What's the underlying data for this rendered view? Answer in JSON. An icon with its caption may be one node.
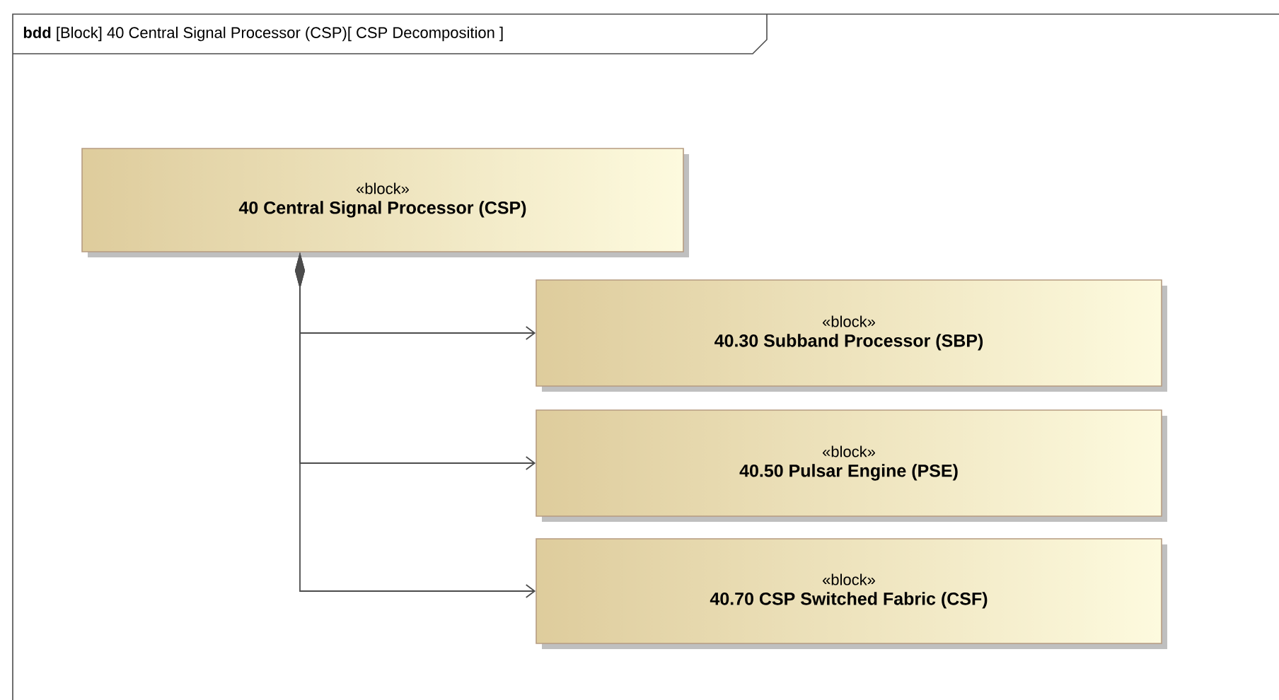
{
  "diagram": {
    "title": "**bdd** [Block] 40 Central Signal Processor (CSP)[ CSP Decomposition ]",
    "nodes": [
      {
        "text": [
          "«block»",
          "40 Central Signal Processor (CSP)"
        ]
      },
      {
        "text": [
          "«block»",
          "40.30 Subband Processor (SBP)"
        ]
      },
      {
        "text": [
          "«block»",
          "40.50 Pulsar Engine (PSE)"
        ]
      },
      {
        "text": [
          "«block»",
          "40.70 CSP Switched Fabric (CSF)"
        ]
      }
    ],
    "edges": [
      {
        "from": 0,
        "to": 1,
        "arrow": "to"
      },
      {
        "from": 0,
        "to": 2,
        "arrow": "to"
      },
      {
        "from": 0,
        "to": 3,
        "arrow": "to"
      }
    ]
  }
}
